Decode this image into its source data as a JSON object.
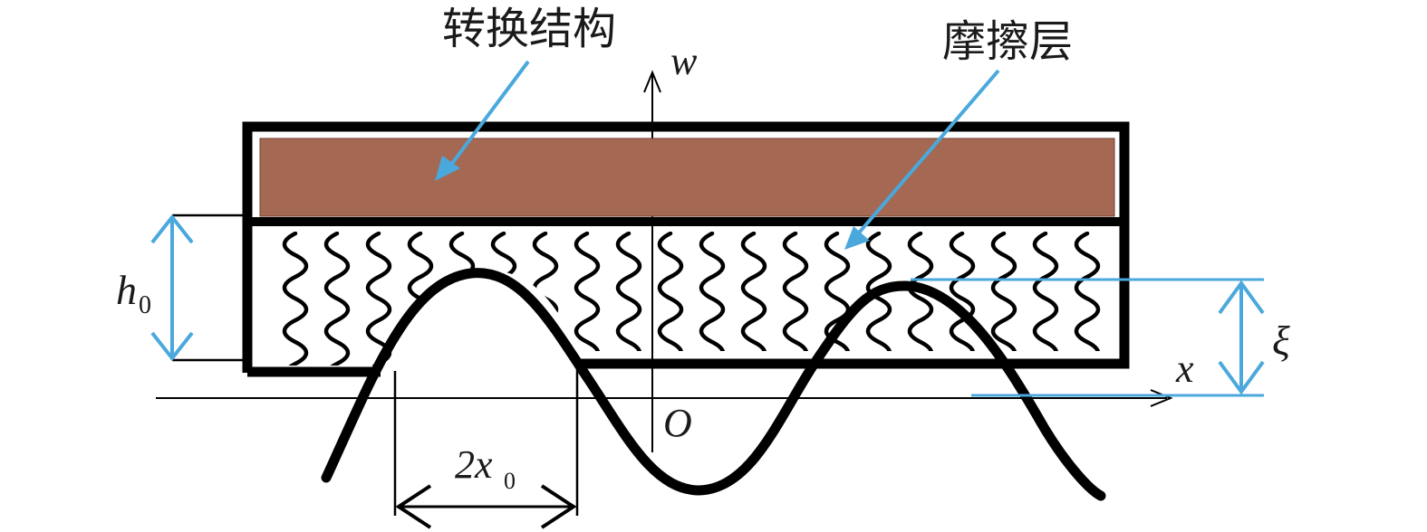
{
  "labels": {
    "transform_structure": "转换结构",
    "friction_layer": "摩擦层",
    "w_axis": "w",
    "x_axis": "x",
    "origin": "O",
    "h0_base": "h",
    "h0_sub": "0",
    "xi": "ξ",
    "width_prefix": "2x",
    "width_sub": "0"
  },
  "colors": {
    "brown_layer": "#A46853",
    "arrow_blue": "#4AA8DC",
    "ink": "#000000"
  }
}
